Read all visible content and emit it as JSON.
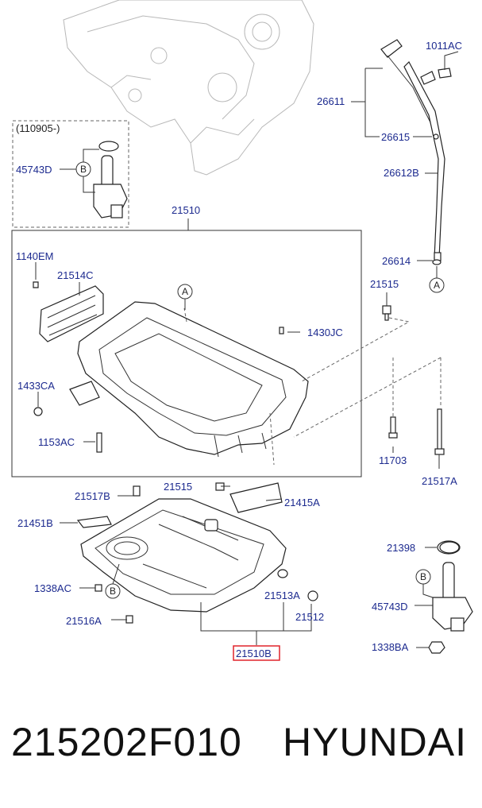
{
  "labels": {
    "l_1011AC": "1011AC",
    "l_26611": "26611",
    "l_26615": "26615",
    "l_26612B": "26612B",
    "l_26614": "26614",
    "l_21515a": "21515",
    "l_110905": "(110905-)",
    "l_45743D_a": "45743D",
    "l_21510": "21510",
    "l_1140EM": "1140EM",
    "l_21514C": "21514C",
    "l_1430JC": "1430JC",
    "l_1433CA": "1433CA",
    "l_1153AC": "1153AC",
    "l_11703": "11703",
    "l_21517A": "21517A",
    "l_21517B": "21517B",
    "l_21515b": "21515",
    "l_21415A": "21415A",
    "l_21451B": "21451B",
    "l_1338AC": "1338AC",
    "l_21516A": "21516A",
    "l_21513A": "21513A",
    "l_21512": "21512",
    "l_21510B": "21510B",
    "l_21398": "21398",
    "l_45743D_b": "45743D",
    "l_1338BA": "1338BA"
  },
  "callouts": {
    "a1": "A",
    "a2": "A",
    "b1": "B",
    "b2": "B",
    "b3": "B"
  },
  "footer": {
    "part_number": "215202F010",
    "brand": "HYUNDAI"
  },
  "colors": {
    "label": "#1c2a8f",
    "highlight_box": "#e0242b",
    "line": "#333333"
  }
}
